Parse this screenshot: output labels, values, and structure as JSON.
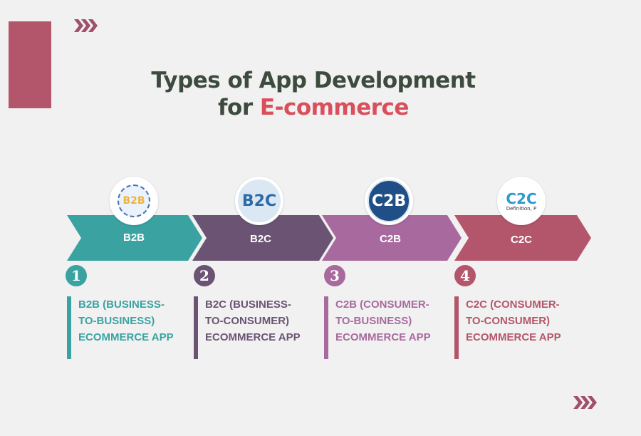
{
  "title": {
    "line1": "Types of App Development",
    "line2_prefix": "for ",
    "line2_highlight": "E-commerce"
  },
  "colors": {
    "background": "#f1f1f1",
    "accent_block": "#b4566b",
    "title_text": "#3d4a3e",
    "title_highlight": "#d94f5c",
    "b2b": "#3aa3a2",
    "b2c": "#6b5473",
    "c2b": "#a86a9e",
    "c2c": "#b4566b"
  },
  "steps": [
    {
      "arrow_label": "B2B",
      "badge_text": "B2B",
      "badge_icon": "b2b-network-icon",
      "number": "1",
      "desc_lines": [
        "B2B (BUSINESS-",
        "TO-BUSINESS)",
        "ECOMMERCE APP"
      ]
    },
    {
      "arrow_label": "B2C",
      "badge_text": "B2C",
      "badge_icon": "b2c-logo-icon",
      "number": "2",
      "desc_lines": [
        "B2C (BUSINESS-",
        "TO-CONSUMER)",
        "ECOMMERCE APP"
      ]
    },
    {
      "arrow_label": "C2B",
      "badge_text": "C2B",
      "badge_icon": "c2b-logo-icon",
      "number": "3",
      "desc_lines": [
        "C2B (CONSUMER-",
        "TO-BUSINESS)",
        "ECOMMERCE APP"
      ]
    },
    {
      "arrow_label": "C2C",
      "badge_text": "C2C",
      "badge_subtext": "Definition, P",
      "badge_icon": "c2c-logo-icon",
      "number": "4",
      "desc_lines": [
        "C2C (CONSUMER-",
        "TO-CONSUMER)",
        "ECOMMERCE APP"
      ]
    }
  ],
  "decor_icons": [
    "triple-chevron-icon",
    "triple-chevron-icon"
  ]
}
